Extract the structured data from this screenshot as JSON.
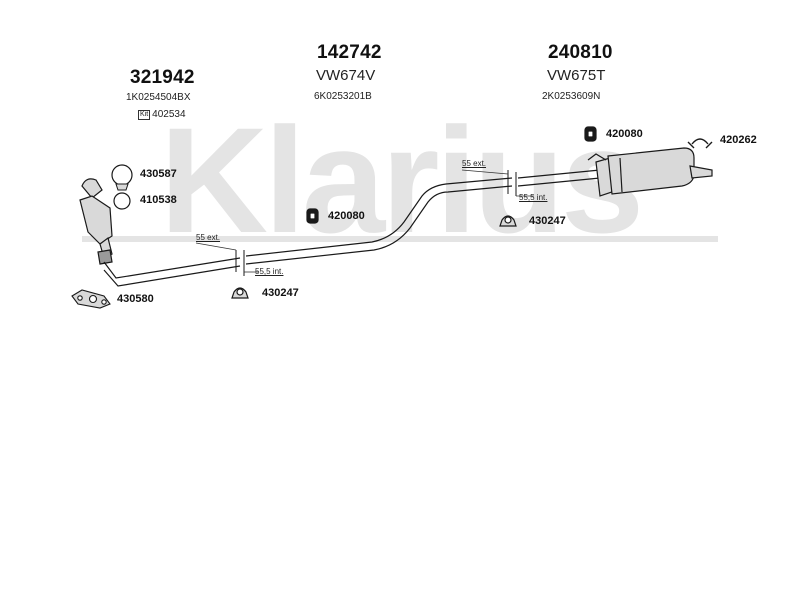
{
  "watermark": "Klarius",
  "groups": [
    {
      "number": "321942",
      "code": "1K0254504BX"
    },
    {
      "number": "142742",
      "model": "VW674V",
      "code": "6K0253201B"
    },
    {
      "number": "240810",
      "model": "VW675T",
      "code": "2K0253609N"
    }
  ],
  "kit": {
    "label": "Kit",
    "number": "402534"
  },
  "parts": {
    "clamp_ring": "430587",
    "gasket_ring": "410538",
    "flange_gasket": "430580",
    "hanger_middle": "420080",
    "hanger_rear": "420080",
    "clamp_front": "430247",
    "clamp_rear": "430247",
    "tail_hanger": "420262"
  },
  "dimensions": {
    "front_ext": "55 ext.",
    "front_int": "55,5 int.",
    "rear_ext": "55 ext.",
    "rear_int": "55,5 int."
  },
  "colors": {
    "watermark": "#e4e4e4",
    "line": "#1a1a1a",
    "part_fill": "#d9d9d9"
  }
}
